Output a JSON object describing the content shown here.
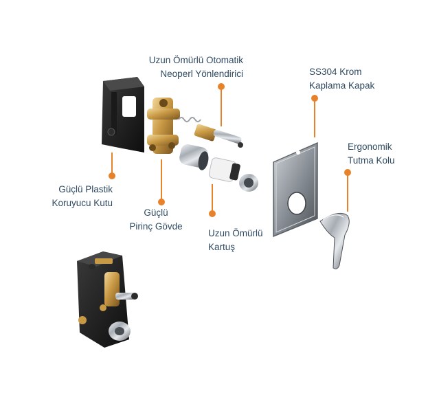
{
  "accent_color": "#e8822a",
  "callouts": [
    {
      "id": "plastic-box",
      "lines": [
        "Güçlü Plastik",
        "Koruyucu Kutu"
      ]
    },
    {
      "id": "brass-body",
      "lines": [
        "Güçlü",
        "Pirinç Gövde"
      ]
    },
    {
      "id": "neoperl",
      "lines": [
        "Uzun Ömürlü Otomatik",
        "Neoperl Yönlendirici"
      ]
    },
    {
      "id": "cartridge",
      "lines": [
        "Uzun Ömürlü",
        "Kartuş"
      ]
    },
    {
      "id": "cover",
      "lines": [
        "SS304 Krom",
        "Kaplama Kapak"
      ]
    },
    {
      "id": "handle",
      "lines": [
        "Ergonomik",
        "Tutma Kolu"
      ]
    }
  ]
}
